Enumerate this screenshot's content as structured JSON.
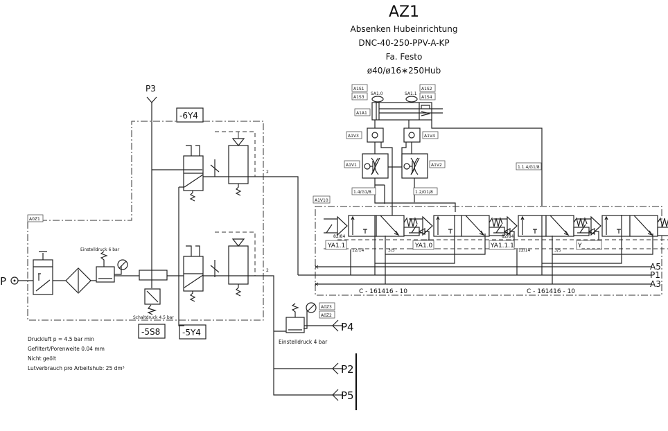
{
  "title": {
    "main": "AZ1",
    "line1": "Absenken Hubeinrichtung",
    "line2": "DNC-40-250-PPV-A-KP",
    "line3": "Fa. Festo",
    "line4": "ø40/ø16∗250Hub"
  },
  "cylinder": {
    "a1s1": "A1S1",
    "a1s3": "A1S3",
    "sa10": "SA1.0",
    "sa11": "SA1.1",
    "a1s2": "A1S2",
    "a1s4": "A1S4",
    "a1a1": "A1A1",
    "a1v3": "A1V3",
    "a1v4": "A1V4",
    "a1v1": "A1V1",
    "a1v2": "A1V2",
    "port_a": "1.4/G1/8",
    "port_b": "1.2/G1/8",
    "port_c": "1.1.4/G1/8"
  },
  "manifold": {
    "label": "A1V10",
    "valves": [
      "YA1.1",
      "YA1.0",
      "YA1.1.1",
      "Y_ _ _ _"
    ],
    "rail_a5": "A5",
    "rail_p1": "P1",
    "rail_a3": "A3",
    "part_no_1": "C - 161416 - 10",
    "part_no_2": "C - 161416 - 10",
    "port_82_84": "82/84",
    "port_12_14": "12/14",
    "port_3_5": "3/5"
  },
  "supply": {
    "p_label": "P",
    "a0z1": "A0Z1",
    "set_pressure_6": "Einstelldruck 6 bar",
    "switch_pressure": "Schaltdruck 4.5 bar",
    "p3": "P3",
    "y6": "-6Y4",
    "s5": "-5S8",
    "y5": "-5Y4"
  },
  "notes": [
    "Druckluft p = 4.5 bar min",
    "Gefiltert/Porenweite 0.04 mm",
    "Nicht geölt",
    "Lutverbrauch pro Arbeitshub:  25 dm³"
  ],
  "outputs": {
    "a0z3": "A0Z3",
    "a0z2": "A0Z2",
    "set_pressure_4": "Einstelldruck 4 bar",
    "p4": "P4",
    "p2": "P2",
    "p5": "P5"
  }
}
